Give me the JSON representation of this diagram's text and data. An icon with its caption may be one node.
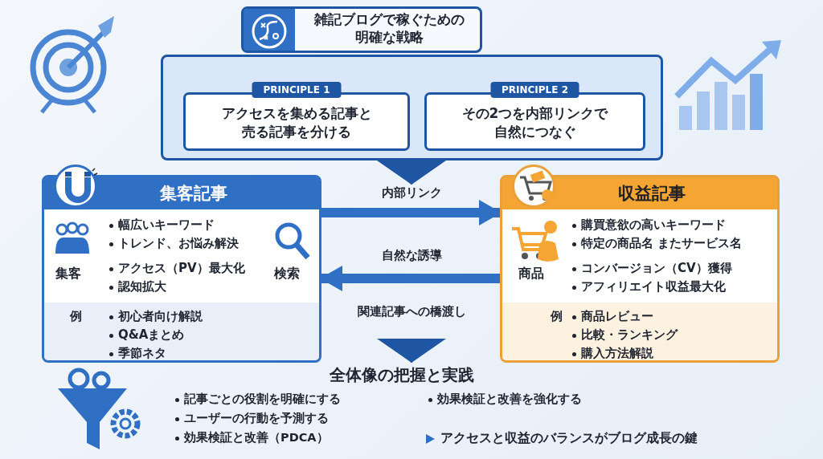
{
  "diagram": {
    "nodes": [
      {
        "text": [
          "雑記ブログで稼ぐための明確な戦略"
        ]
      },
      {
        "text": [],
        "shape": "box"
      },
      {
        "text": [
          "PRINCIPLE 1",
          "アクセスを集める記事と売る記事を分ける"
        ],
        "in": 1
      },
      {
        "text": [
          "PRINCIPLE 2",
          "その2つを内部リンクで自然につなぐ"
        ],
        "in": 1
      },
      {
        "text": [
          "集客記事",
          "集客",
          "検索",
          "幅広いキーワード",
          "トレンド、お悩み解決",
          "アクセス（PV）最大化",
          "認知拡大",
          "例",
          "初心者向け解説",
          "Q&Aまとめ",
          "季節ネタ"
        ]
      },
      {
        "text": [
          "収益記事",
          "商品",
          "購買意欲の高いキーワード",
          "特定の商品名 またサービス名",
          "コンバージョン（CV）獲得",
          "アフィリエイト収益最大化",
          "例",
          "商品レビュー",
          "比較・ランキング",
          "購入方法解説"
        ]
      },
      {
        "text": [
          "全体像の把握と実践",
          "記事ごとの役割を明確にする",
          "ユーザーの行動を予測する",
          "効果検証と改善（PDCA）",
          "効果検証と改善を強化する",
          "アクセスと収益のバランスがブログ成長の鍵"
        ]
      }
    ],
    "edges": [
      {
        "from": 4,
        "to": 5,
        "arrow": "to",
        "label": "内部リンク",
        "style": "thick"
      },
      {
        "from": 5,
        "to": 4,
        "arrow": "to",
        "label": "関連記事への橋渡し",
        "style": "thick"
      },
      {
        "from": 1,
        "to": null,
        "arrow": "to"
      },
      {
        "from": null,
        "to": 6,
        "arrow": "to"
      }
    ],
    "labels": [
      "自然な誘導"
    ]
  }
}
